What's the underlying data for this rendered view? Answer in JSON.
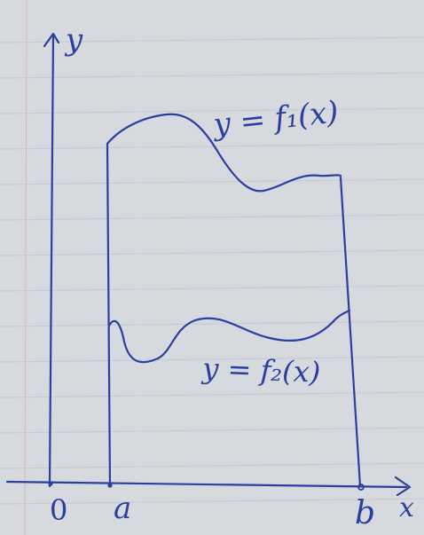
{
  "diagram": {
    "axis_y_label": "y",
    "axis_x_label": "x",
    "origin_label": "0",
    "left_bound_label": "a",
    "right_bound_label": "b",
    "upper_curve_label": "y = f₁(x)",
    "lower_curve_label": "y = f₂(x)",
    "colors": {
      "paper": "#d6d9de",
      "ink": "#2b3f9e",
      "rule_line": "#c4c9d3"
    }
  }
}
